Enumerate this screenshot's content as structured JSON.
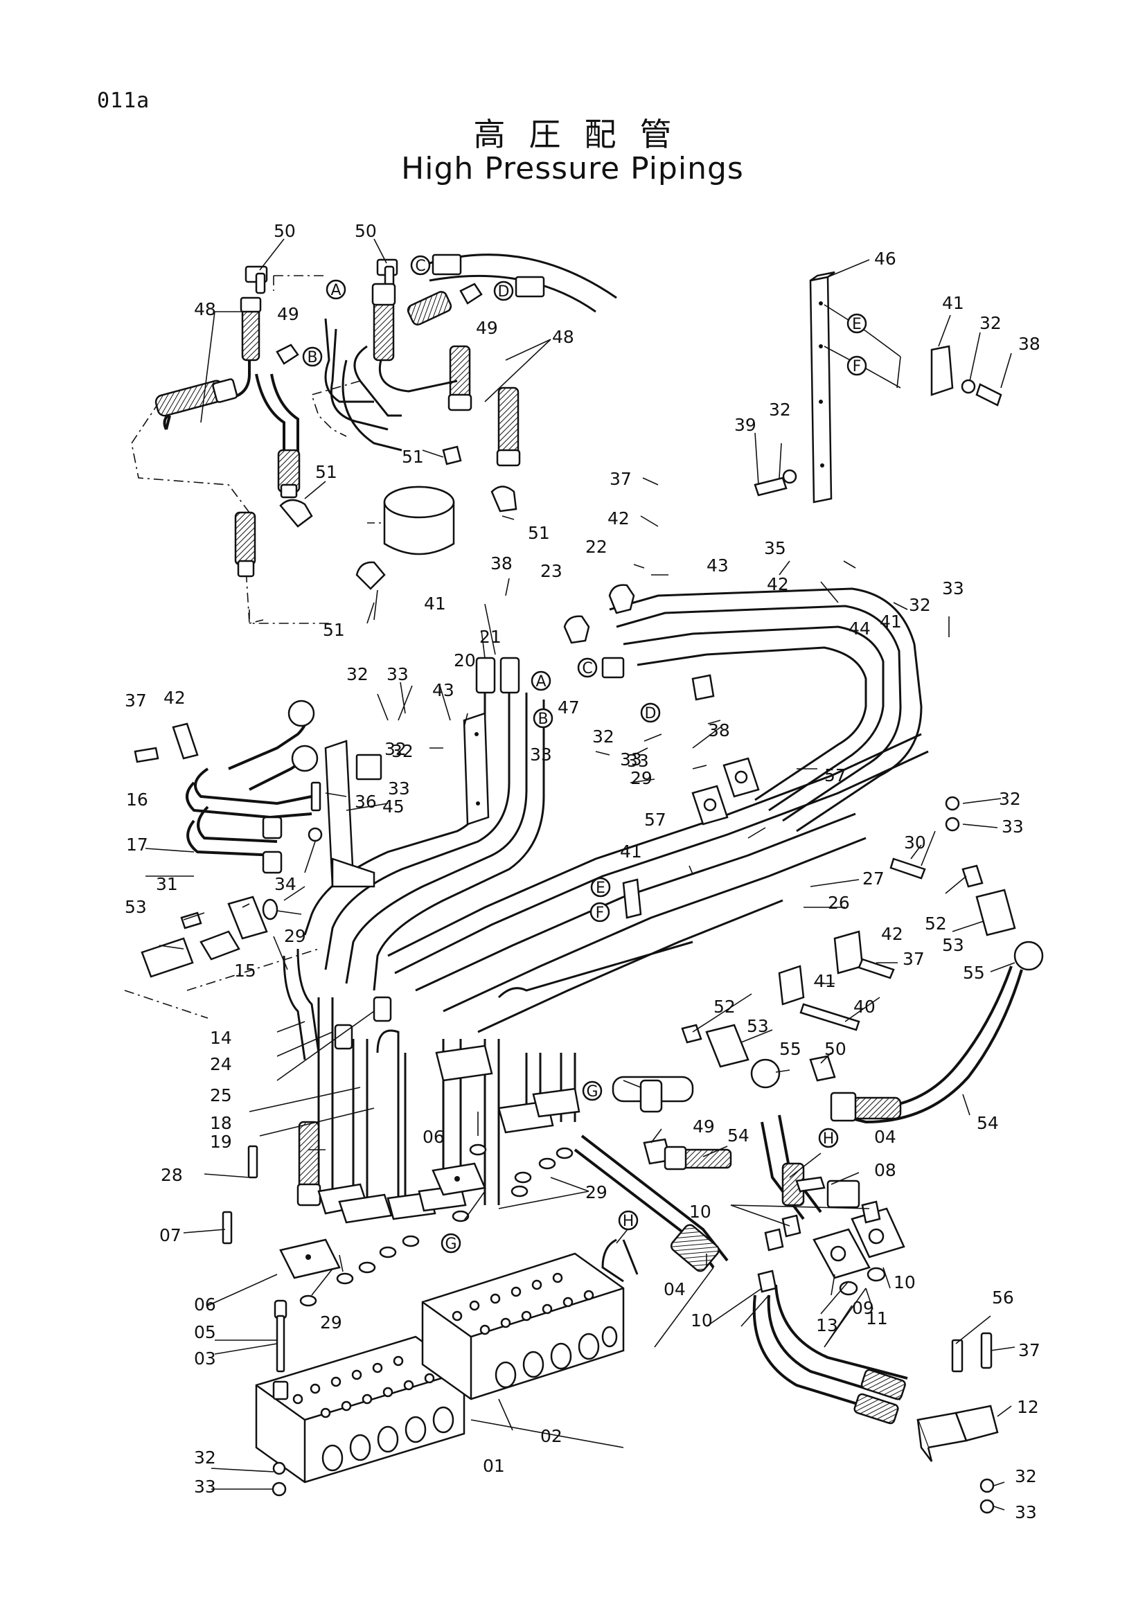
{
  "page_code": "011a",
  "title_jp": "高圧配管",
  "title_en": "High Pressure Pipings",
  "part_labels": [
    "50",
    "50",
    "46",
    "48",
    "49",
    "49",
    "48",
    "41",
    "32",
    "38",
    "39",
    "32",
    "51",
    "51",
    "51",
    "51",
    "37",
    "42",
    "35",
    "22",
    "23",
    "43",
    "42",
    "33",
    "32",
    "41",
    "44",
    "38",
    "21",
    "20",
    "41",
    "43",
    "32",
    "33",
    "37",
    "42",
    "32",
    "33",
    "47",
    "32",
    "33",
    "38",
    "57",
    "29",
    "33",
    "32",
    "57",
    "36",
    "45",
    "16",
    "17",
    "34",
    "33",
    "32",
    "30",
    "33",
    "41",
    "27",
    "26",
    "31",
    "53",
    "29",
    "15",
    "52",
    "53",
    "42",
    "37",
    "55",
    "14",
    "24",
    "25",
    "41",
    "40",
    "52",
    "53",
    "55",
    "50",
    "54",
    "18",
    "19",
    "06",
    "49",
    "54",
    "04",
    "08",
    "28",
    "29",
    "10",
    "07",
    "06",
    "10",
    "05",
    "29",
    "04",
    "13",
    "09",
    "03",
    "10",
    "11",
    "56",
    "37",
    "12",
    "32",
    "02",
    "01",
    "32",
    "33",
    "33"
  ],
  "reference_markers": [
    "A",
    "A",
    "B",
    "B",
    "C",
    "C",
    "D",
    "D",
    "E",
    "E",
    "F",
    "F",
    "G",
    "G",
    "H",
    "H"
  ]
}
